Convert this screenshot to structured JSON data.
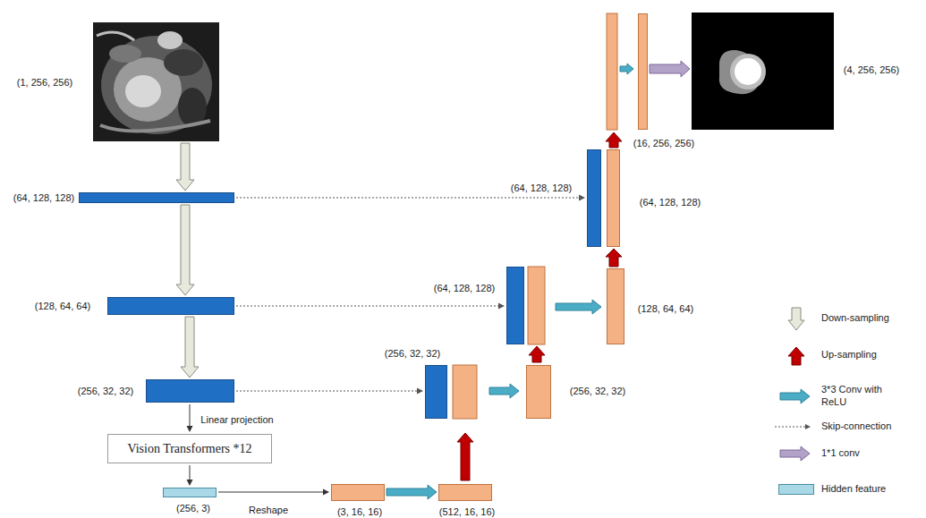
{
  "diagram": {
    "nodes": [
      {
        "text": [
          "(1, 256, 256)"
        ]
      },
      {
        "text": [
          "(64, 128, 128)"
        ]
      },
      {
        "text": [
          "(128, 64, 64)"
        ]
      },
      {
        "text": [
          "(256, 32, 32)"
        ]
      },
      {
        "text": [
          "Vision Transformers *12"
        ]
      },
      {
        "text": [
          "(256, 3)"
        ]
      },
      {
        "text": [
          "(3, 16, 16)"
        ]
      },
      {
        "text": [
          "(512, 16, 16)"
        ]
      },
      {
        "text": [
          "(256, 32, 32)"
        ]
      },
      {
        "text": [
          "(256, 32, 32)"
        ]
      },
      {
        "text": [
          "(64, 128, 128)"
        ]
      },
      {
        "text": [
          "(128, 64, 64)"
        ]
      },
      {
        "text": [
          "(64, 128, 128)"
        ]
      },
      {
        "text": [
          "(64, 128, 128)"
        ]
      },
      {
        "text": [
          "(16, 256, 256)"
        ]
      },
      {
        "text": [
          "(4, 256, 256)"
        ]
      }
    ],
    "edges": [
      {
        "from": 0,
        "to": 1,
        "arrow": "to"
      },
      {
        "from": 1,
        "to": 2,
        "arrow": "to"
      },
      {
        "from": 2,
        "to": 3,
        "arrow": "to"
      },
      {
        "from": 3,
        "to": 4,
        "arrow": "to",
        "label": "Linear projection"
      },
      {
        "from": 4,
        "to": 5,
        "arrow": "to"
      },
      {
        "from": 5,
        "to": 6,
        "arrow": "to",
        "label": "Reshape"
      },
      {
        "from": 6,
        "to": 7,
        "arrow": "to"
      },
      {
        "from": 3,
        "to": 8,
        "arrow": "to"
      },
      {
        "from": 2,
        "to": 10,
        "arrow": "to"
      },
      {
        "from": 1,
        "to": 12,
        "arrow": "to"
      },
      {
        "from": 11,
        "to": 13,
        "arrow": "to"
      },
      {
        "from": 14,
        "to": 15,
        "arrow": "to"
      }
    ],
    "legend": [
      {
        "text": "Down-sampling"
      },
      {
        "text": "Up-sampling"
      },
      {
        "text": "3*3 Conv with ReLU"
      },
      {
        "text": "Skip-connection"
      },
      {
        "text": "1*1 conv"
      },
      {
        "text": "Hidden feature",
        "color": "#a9d8e6"
      }
    ]
  }
}
